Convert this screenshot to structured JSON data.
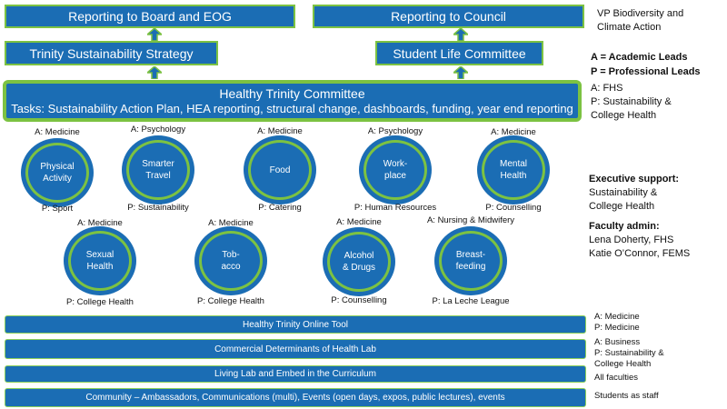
{
  "top": {
    "board": "Reporting to Board and EOG",
    "council": "Reporting to Council",
    "strategy": "Trinity Sustainability Strategy",
    "student_life": "Student Life Committee"
  },
  "committee": {
    "title": "Healthy Trinity Committee",
    "tasks": "Tasks: Sustainability Action Plan, HEA reporting, structural change, dashboards, funding, year end  reporting"
  },
  "side": {
    "vp": [
      "VP Biodiversity and",
      "Climate Action"
    ],
    "legend": [
      "A = Academic Leads",
      "P = Professional Leads"
    ],
    "committee_leads": [
      "A: FHS",
      "P: Sustainability &",
      "College Health"
    ],
    "exec_title": "Executive support:",
    "exec": [
      "Sustainability &",
      "College Health"
    ],
    "admin_title": "Faculty admin:",
    "admin": [
      "Lena Doherty, FHS",
      "Katie O’Connor, FEMS"
    ]
  },
  "circles": [
    {
      "name": "Physical\nActivity",
      "a": "A: Medicine",
      "p": "P: Sport"
    },
    {
      "name": "Smarter\nTravel",
      "a": "A: Psychology",
      "p": "P: Sustainability"
    },
    {
      "name": "Food",
      "a": "A: Medicine",
      "p": "P: Catering"
    },
    {
      "name": "Work-\nplace",
      "a": "A: Psychology",
      "p": "P: Human Resources"
    },
    {
      "name": "Mental\nHealth",
      "a": "A: Medicine",
      "p": "P: Counselling"
    },
    {
      "name": "Sexual\nHealth",
      "a": "A: Medicine",
      "p": "P: College Health"
    },
    {
      "name": "Tob-\nacco",
      "a": "A: Medicine",
      "p": "P: College Health"
    },
    {
      "name": "Alcohol\n& Drugs",
      "a": "A: Medicine",
      "p": "P: Counselling"
    },
    {
      "name": "Breast-\nfeeding",
      "a": "A: Nursing & Midwifery",
      "p": "P: La Leche League"
    }
  ],
  "bars": [
    {
      "label": "Healthy Trinity Online Tool",
      "side": [
        "A: Medicine",
        "P: Medicine"
      ]
    },
    {
      "label": "Commercial Determinants of Health Lab",
      "side": [
        "A: Business",
        "P: Sustainability &",
        "College Health"
      ]
    },
    {
      "label": "Living Lab and Embed in the Curriculum",
      "side": [
        "All faculties"
      ]
    },
    {
      "label": "Community – Ambassadors, Communications (multi), Events (open days, expos, public lectures), events",
      "side": [
        "Students as staff"
      ]
    }
  ],
  "colors": {
    "blue": "#1b6db4",
    "green": "#7cc242"
  }
}
